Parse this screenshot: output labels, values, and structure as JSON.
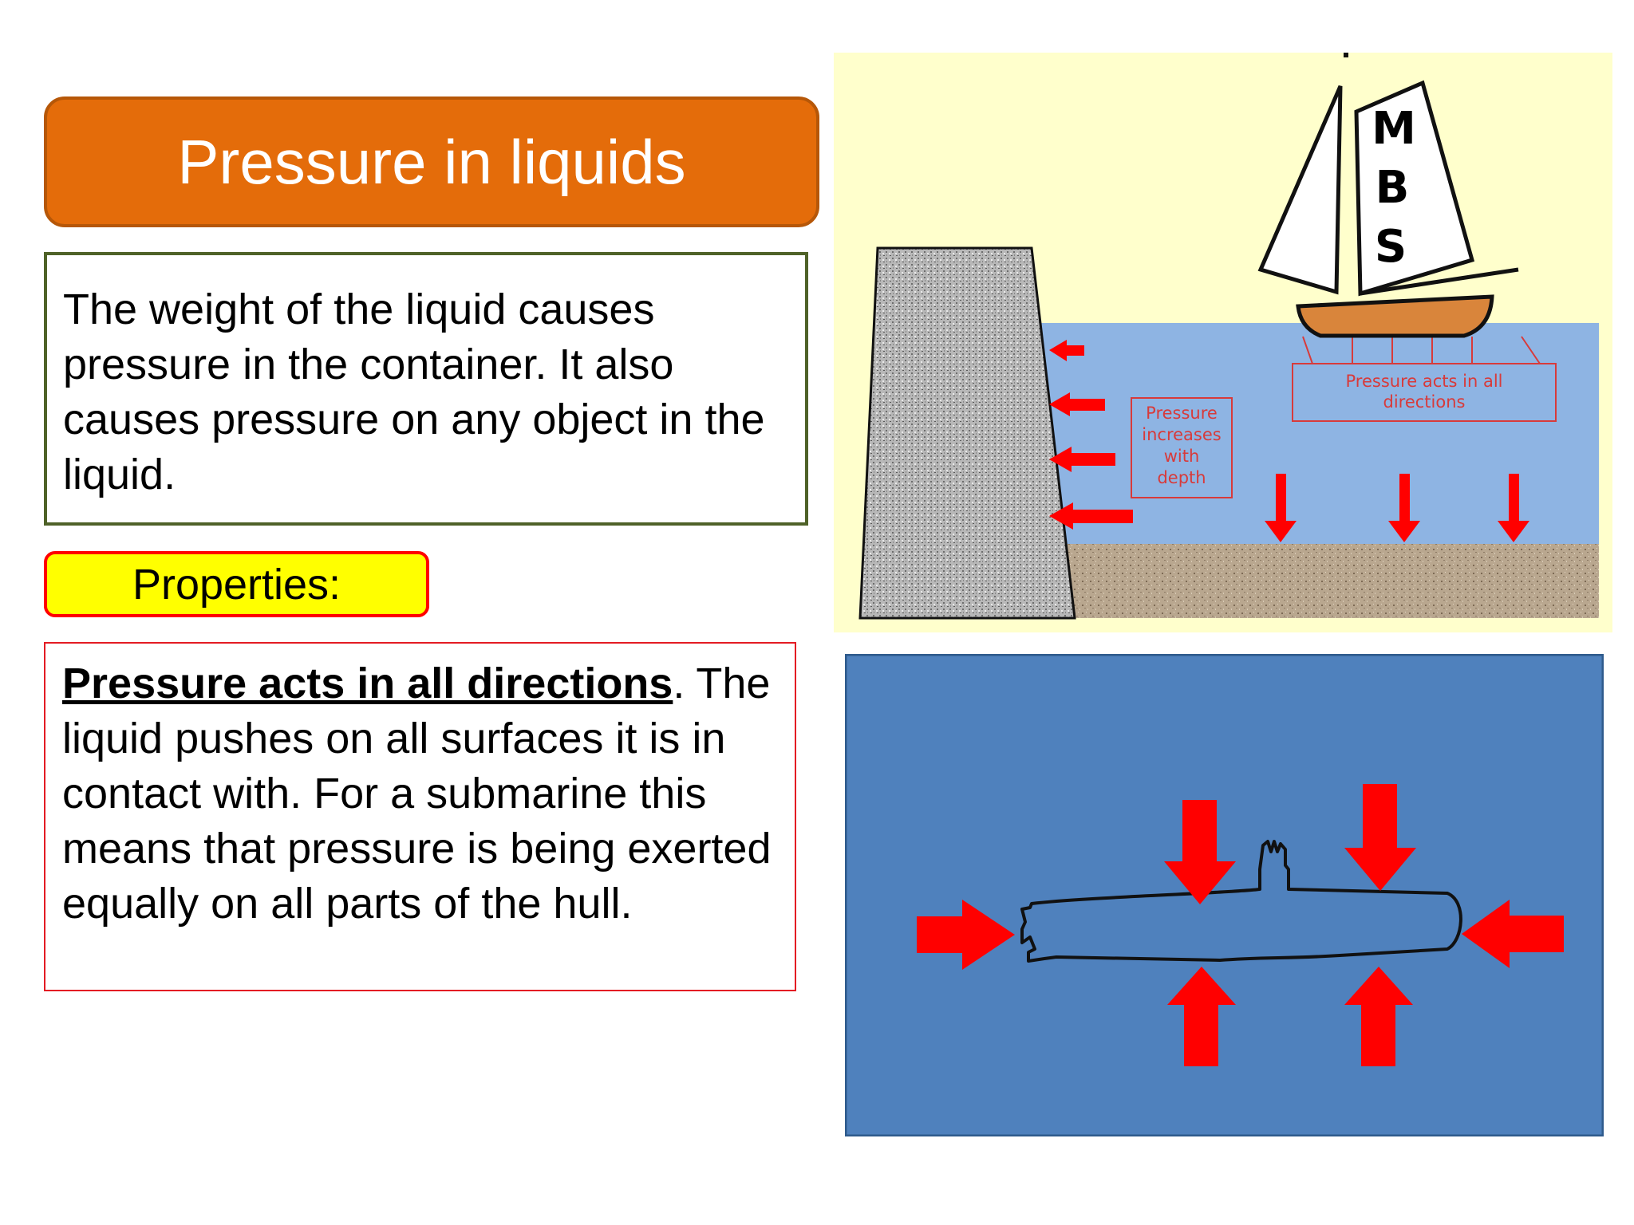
{
  "slide": {
    "title": "Pressure in liquids",
    "intro": "The weight of the liquid causes pressure in the container.  It also causes pressure on any object in the liquid.",
    "properties_label": "Properties:",
    "description": {
      "heading": "Pressure acts in all directions",
      "heading_suffix": ".",
      "body": " The liquid pushes on all surfaces it is in contact with.  For a submarine this means that pressure is being exerted equally on all parts of the hull."
    }
  },
  "dam_diagram": {
    "sail_letters": [
      "M",
      "B",
      "S"
    ],
    "label_depth": [
      "Pressure",
      "increases",
      "with",
      "depth"
    ],
    "label_directions": [
      "Pressure acts in all",
      "directions"
    ]
  },
  "colors": {
    "title_fill": "#e46c0a",
    "intro_border": "#4f6228",
    "properties_fill": "#ffff00",
    "accent_red": "#ff0000",
    "water": "#8eb4e3",
    "sky": "#ffffcc",
    "submarine_bg": "#4f81bd",
    "boat_hull": "#d9853b"
  }
}
